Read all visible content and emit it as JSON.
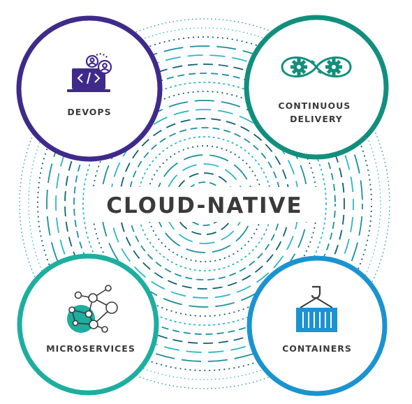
{
  "title": "CLOUD-NATIVE",
  "nodes": [
    {
      "id": "devops",
      "label_lines": [
        "DEVOPS"
      ],
      "color": "#3f2a8c",
      "icon": "developer-laptop-icon"
    },
    {
      "id": "continuous-delivery",
      "label_lines": [
        "CONTINUOUS",
        "DELIVERY"
      ],
      "color": "#118f7c",
      "icon": "gears-infinity-icon"
    },
    {
      "id": "microservices",
      "label_lines": [
        "MICROSERVICES"
      ],
      "color": "#1dae9f",
      "icon": "network-nodes-icon"
    },
    {
      "id": "containers",
      "label_lines": [
        "CONTAINERS"
      ],
      "color": "#1b93d1",
      "icon": "shipping-container-icon"
    }
  ],
  "colors": {
    "ring_dark": "#0f5f70",
    "ring_mid": "#1a8f9e",
    "ring_light": "#2ab7c8",
    "text": "#3a3a3a"
  }
}
